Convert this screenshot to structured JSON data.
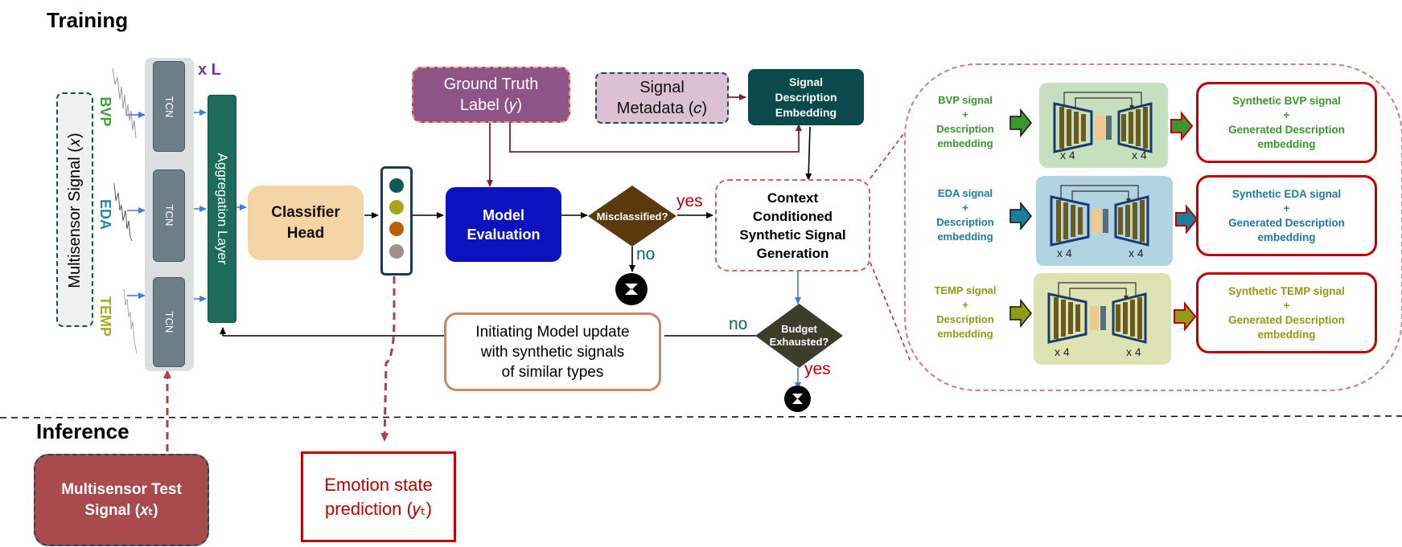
{
  "sections": {
    "training": "Training",
    "inference": "Inference"
  },
  "input": {
    "title": "Multisensor Signal (𝑥)",
    "signals": [
      {
        "name": "BVP",
        "color": "#3fa13a"
      },
      {
        "name": "EDA",
        "color": "#1f8aa6"
      },
      {
        "name": "TEMP",
        "color": "#a2ad1b"
      }
    ]
  },
  "encoder": {
    "block_label": "TCN",
    "repeat": "x L",
    "aggregation": "Aggregation Layer"
  },
  "classifier": {
    "label": "Classifier\nHead"
  },
  "output_colors": [
    "#0f5a57",
    "#a7a51b",
    "#b5600c",
    "#9f928d"
  ],
  "evaluation": {
    "label": "Model\nEvaluation"
  },
  "ground_truth": {
    "label": "Ground Truth\nLabel (𝑦)"
  },
  "metadata": {
    "label": "Signal\nMetadata (𝑐)"
  },
  "embedding": {
    "label": "Signal\nDescription\nEmbedding"
  },
  "decision_misclassified": {
    "label": "Misclassified?",
    "yes": "yes",
    "no": "no"
  },
  "generation": {
    "label": "Context\nConditioned\nSynthetic Signal\nGeneration"
  },
  "decision_budget": {
    "label": "Budget\nExhausted?",
    "yes": "yes",
    "no": "no"
  },
  "update": {
    "label": "Initiating Model update\nwith synthetic signals\nof similar types"
  },
  "generator_rows": [
    {
      "input": "BVP signal\n+\nDescription\nembedding",
      "output": "Synthetic BVP signal\n+\nGenerated Description\nembedding",
      "color": "#3a962e",
      "bg": "#c6dfbc",
      "repeat_left": "x 4",
      "repeat_right": "x 4"
    },
    {
      "input": "EDA signal\n+\nDescription\nembedding",
      "output": "Synthetic EDA signal\n+\nGenerated Description\nembedding",
      "color": "#1b7c9b",
      "bg": "#b2d3e2",
      "repeat_left": "x 4",
      "repeat_right": "x 4"
    },
    {
      "input": "TEMP signal\n+\nDescription\nembedding",
      "output": "Synthetic TEMP signal\n+\nGenerated Description\nembedding",
      "color": "#909d12",
      "bg": "#dde3b2",
      "repeat_left": "x 4",
      "repeat_right": "x 4"
    }
  ],
  "inference": {
    "test_signal": "Multisensor  Test\nSignal (𝑥ₜ)",
    "prediction": "Emotion state\nprediction (𝑦ₜ)"
  }
}
